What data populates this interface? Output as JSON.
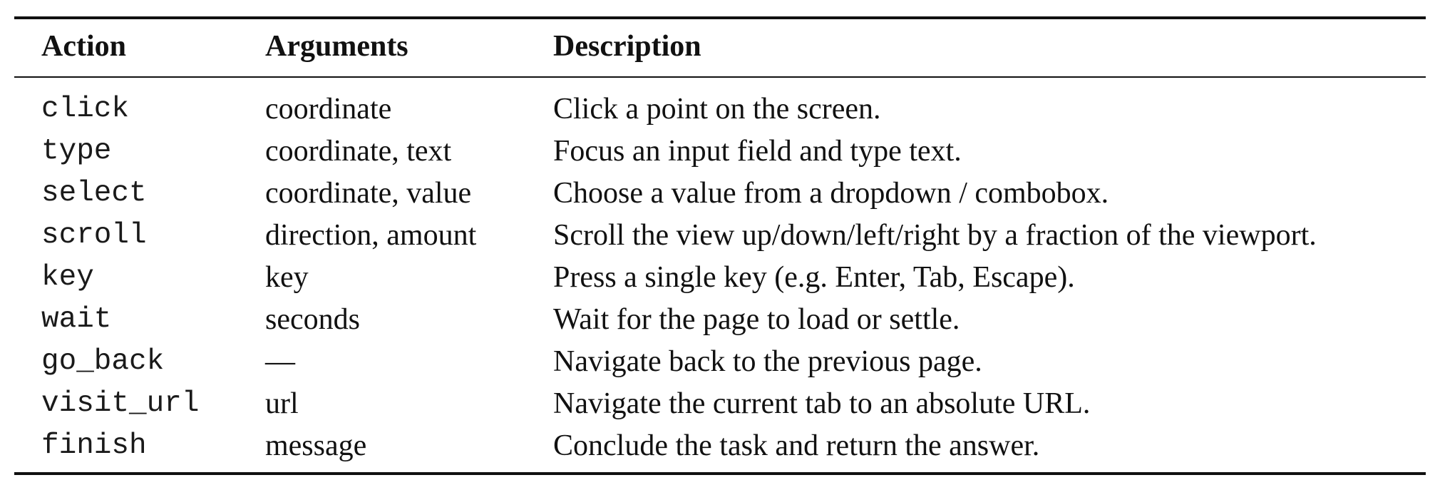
{
  "table": {
    "headers": {
      "action": "Action",
      "arguments": "Arguments",
      "description": "Description"
    },
    "rows": [
      {
        "action": "click",
        "arguments": "coordinate",
        "description": "Click a point on the screen."
      },
      {
        "action": "type",
        "arguments": "coordinate, text",
        "description": "Focus an input field and type text."
      },
      {
        "action": "select",
        "arguments": "coordinate, value",
        "description": "Choose a value from a dropdown / combobox."
      },
      {
        "action": "scroll",
        "arguments": "direction, amount",
        "description": "Scroll the view up/down/left/right by a fraction of the viewport."
      },
      {
        "action": "key",
        "arguments": "key",
        "description": "Press a single key (e.g. Enter, Tab, Escape)."
      },
      {
        "action": "wait",
        "arguments": "seconds",
        "description": "Wait for the page to load or settle."
      },
      {
        "action": "go_back",
        "arguments": "—",
        "description": "Navigate back to the previous page."
      },
      {
        "action": "visit_url",
        "arguments": "url",
        "description": "Navigate the current tab to an absolute URL."
      },
      {
        "action": "finish",
        "arguments": "message",
        "description": "Conclude the task and return the answer."
      }
    ]
  }
}
